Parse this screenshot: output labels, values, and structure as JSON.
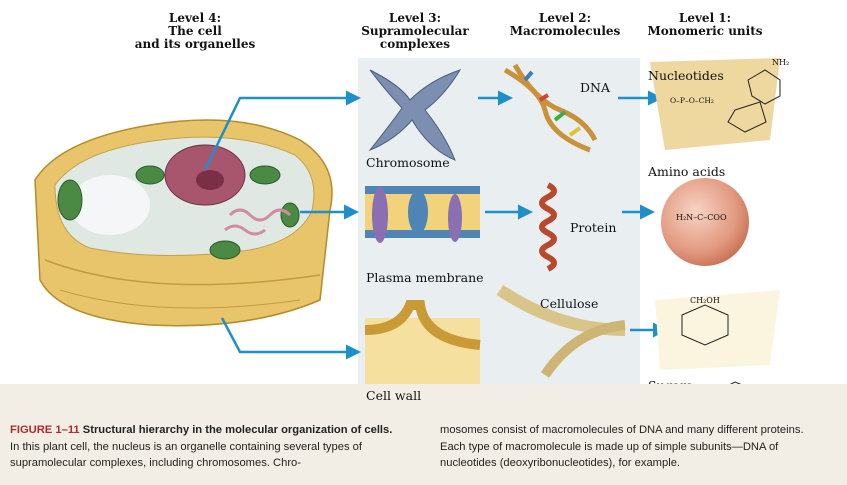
{
  "levels": [
    {
      "line1": "Level 4:",
      "line2": "The cell",
      "line3": "and its organelles"
    },
    {
      "line1": "Level 3:",
      "line2": "Supramolecular",
      "line3": "complexes"
    },
    {
      "line1": "Level 2:",
      "line2": "Macromolecules",
      "line3": ""
    },
    {
      "line1": "Level 1:",
      "line2": "Monomeric units",
      "line3": ""
    }
  ],
  "labels": {
    "chromosome": "Chromosome",
    "plasma_membrane": "Plasma membrane",
    "cell_wall": "Cell wall",
    "dna": "DNA",
    "protein": "Protein",
    "cellulose": "Cellulose",
    "nucleotides": "Nucleotides",
    "amino_acids": "Amino acids",
    "sugars": "Sugars"
  },
  "chem": {
    "amine": "NH₂",
    "phosphate": "O–P–O–CH₂",
    "amino_acid_formula": "H₂N–C–COO",
    "sugar_group": "CH₂OH"
  },
  "caption": {
    "figure_label": "FIGURE 1–11",
    "bold_text": "Structural hierarchy in the molecular organization of cells.",
    "text_left": "In this plant cell, the nucleus is an organelle containing several types of supramolecular complexes, including chromosomes. Chro-",
    "text_right": "mosomes consist of macromolecules of DNA and many different proteins. Each type of macromolecule is made up of simple subunits—DNA of nucleotides (deoxyribonucleotides), for example."
  },
  "colors": {
    "arrow": "#1f8fc9",
    "panel": "#e9eef1",
    "cell_wall": "#e8c56a",
    "chromosome": "#7c8fb0",
    "protein": "#b8492c",
    "sphere": "#e6a48d",
    "monomer_bg": "#efd7a0"
  }
}
